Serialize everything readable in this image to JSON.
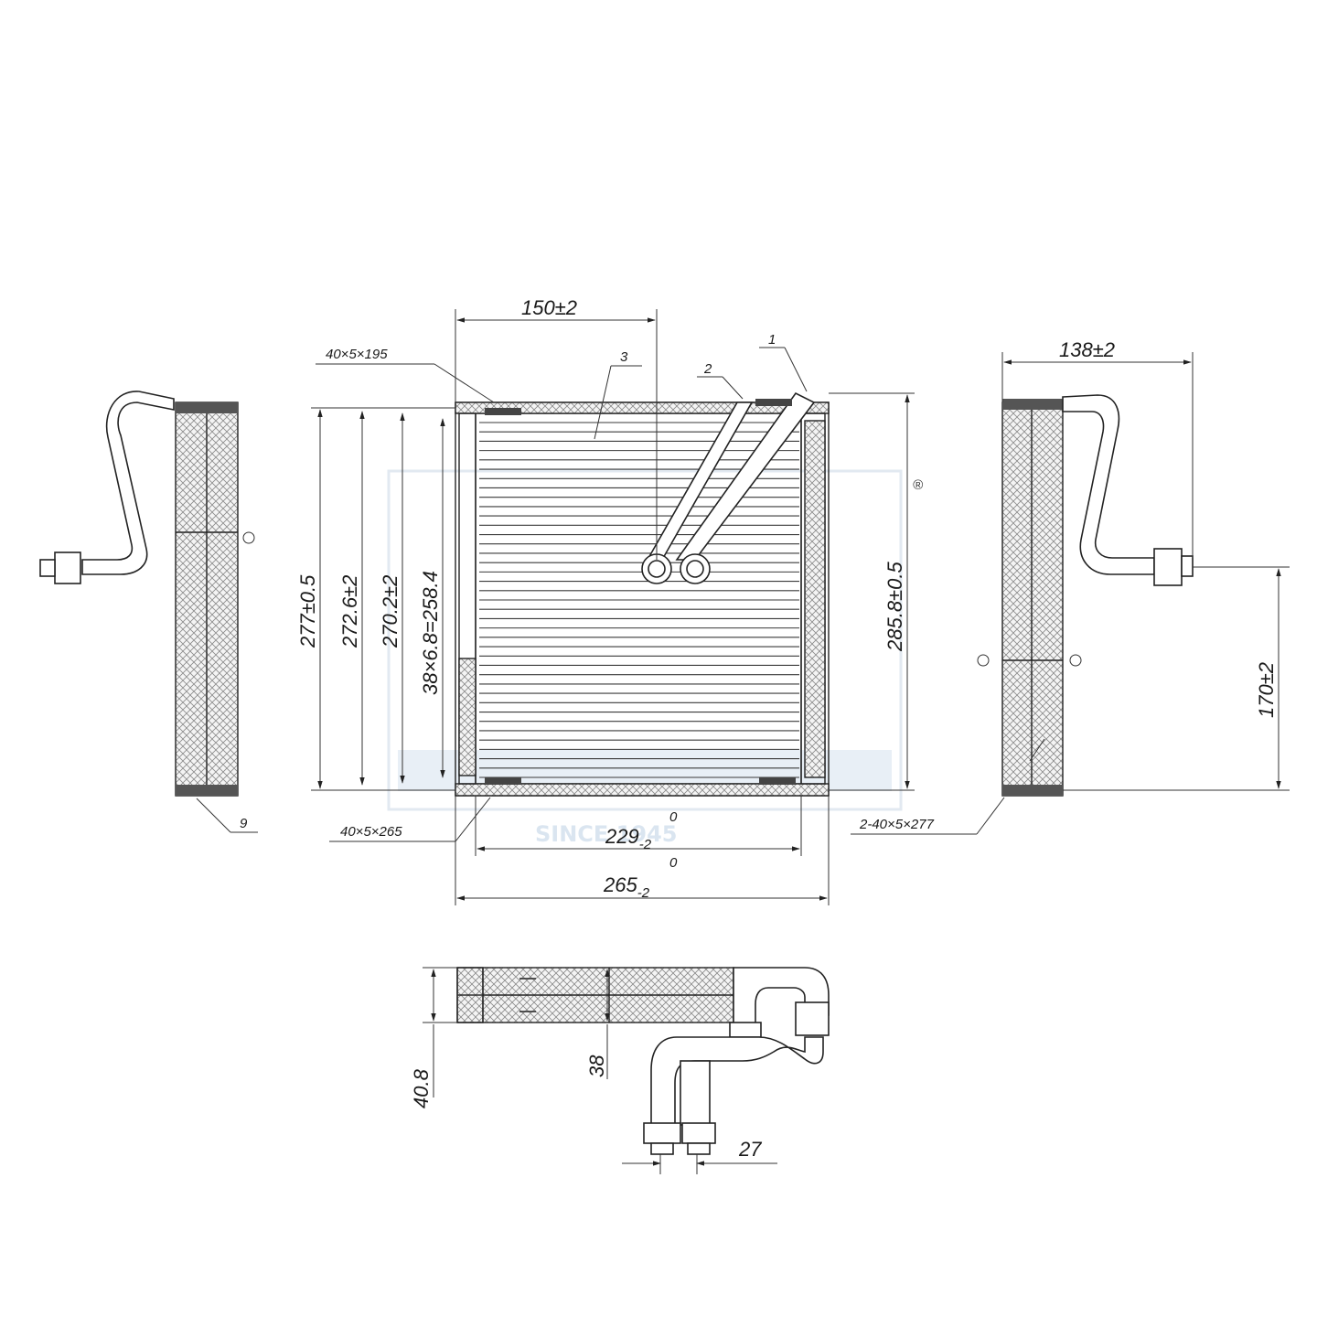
{
  "dimensions": {
    "tank_offset": "150±2",
    "side_depth": "138±2",
    "height_277": "277±0.5",
    "height_272": "272.6±2",
    "height_270": "270.2±2",
    "fin_pitch": "38×6.8=258.4",
    "height_285": "285.8±0.5",
    "outlet_height": "170±2",
    "core_width_base": "229",
    "core_width_tol": "-2",
    "core_width_up": "0",
    "total_width_base": "265",
    "total_width_tol": "-2",
    "total_width_up": "0",
    "depth_408": "40.8",
    "depth_38": "38",
    "pipe_spacing": "27"
  },
  "callouts": {
    "one": "1",
    "two": "2",
    "three": "3",
    "nine": "9",
    "top_plate": "40×5×195",
    "bottom_plate": "40×5×265",
    "side_plates": "2-40×5×277"
  },
  "watermark": {
    "since": "SINCE 1945",
    "registered": "®"
  }
}
